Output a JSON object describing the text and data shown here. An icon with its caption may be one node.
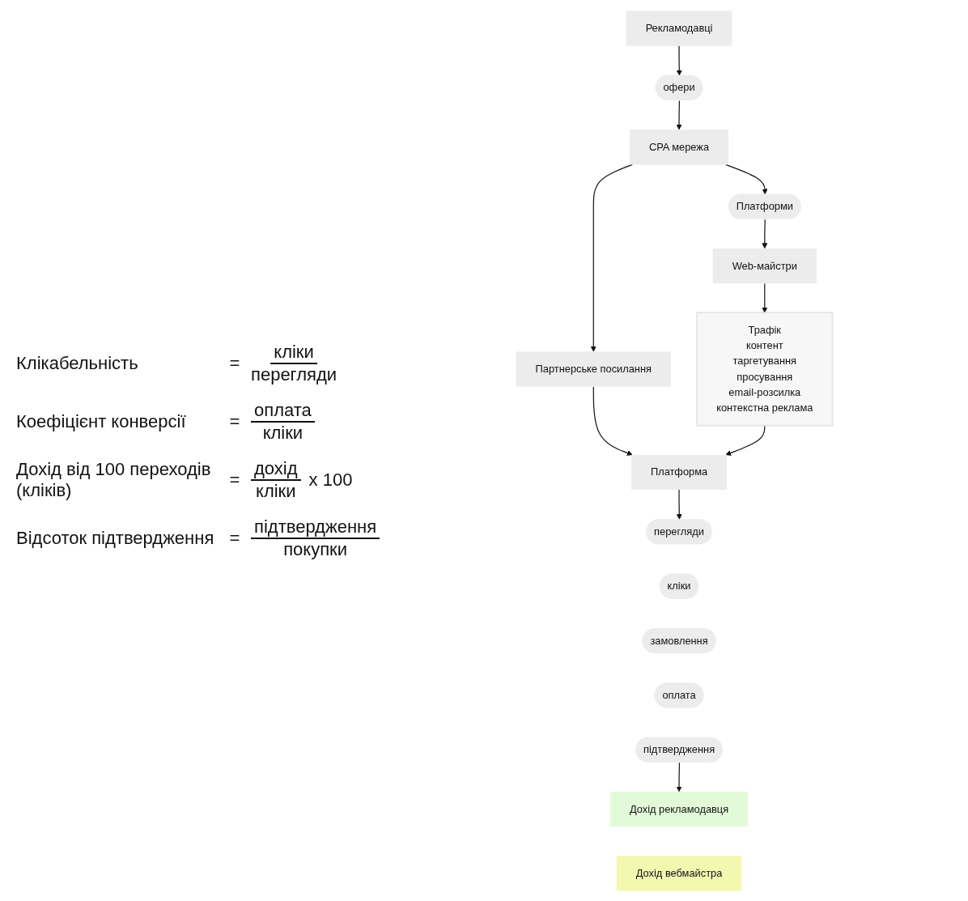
{
  "diagram": {
    "nodes": [
      {
        "text": [
          "Рекламодавці"
        ]
      },
      {
        "text": [
          "офери"
        ]
      },
      {
        "text": [
          "CPA мережа"
        ]
      },
      {
        "text": [
          "Платформи"
        ]
      },
      {
        "text": [
          "Web-майстри"
        ]
      },
      {
        "text": [
          "Партнерське посилання"
        ]
      },
      {
        "text": [
          "Трафік",
          "контент",
          "таргетування",
          "просування",
          "email-розсилка",
          "контекстна реклама"
        ]
      },
      {
        "text": [
          "Платформа"
        ]
      },
      {
        "text": [
          "перегляди"
        ]
      },
      {
        "text": [
          "кліки"
        ]
      },
      {
        "text": [
          "замовлення"
        ]
      },
      {
        "text": [
          "оплата"
        ]
      },
      {
        "text": [
          "підтвердження"
        ]
      },
      {
        "text": [
          "Дохід рекламодавця"
        ]
      },
      {
        "text": [
          "Дохід вебмайстра"
        ]
      }
    ],
    "edges": [
      {
        "from": 0,
        "to": 1,
        "arrow": "to"
      },
      {
        "from": 1,
        "to": 2,
        "arrow": "to"
      },
      {
        "from": 2,
        "to": 3,
        "arrow": "to"
      },
      {
        "from": 3,
        "to": 4,
        "arrow": "to"
      },
      {
        "from": 2,
        "to": 5,
        "arrow": "to"
      },
      {
        "from": 4,
        "to": 6,
        "arrow": "to"
      },
      {
        "from": 5,
        "to": 7,
        "arrow": "to"
      },
      {
        "from": 6,
        "to": 7,
        "arrow": "to"
      },
      {
        "from": 7,
        "to": 8,
        "arrow": "to"
      },
      {
        "from": 12,
        "to": 13,
        "arrow": "to"
      }
    ],
    "labels": [
      "Клікабельність",
      "=",
      "кліки",
      "перегляди",
      "Коефіцієнт конверсії",
      "=",
      "оплата",
      "кліки",
      "Дохід від 100 переходів (кліків)",
      "=",
      "дохід",
      "кліки",
      "x 100",
      "Відсоток підтвердження",
      "=",
      "підтвердження",
      "покупки"
    ]
  }
}
